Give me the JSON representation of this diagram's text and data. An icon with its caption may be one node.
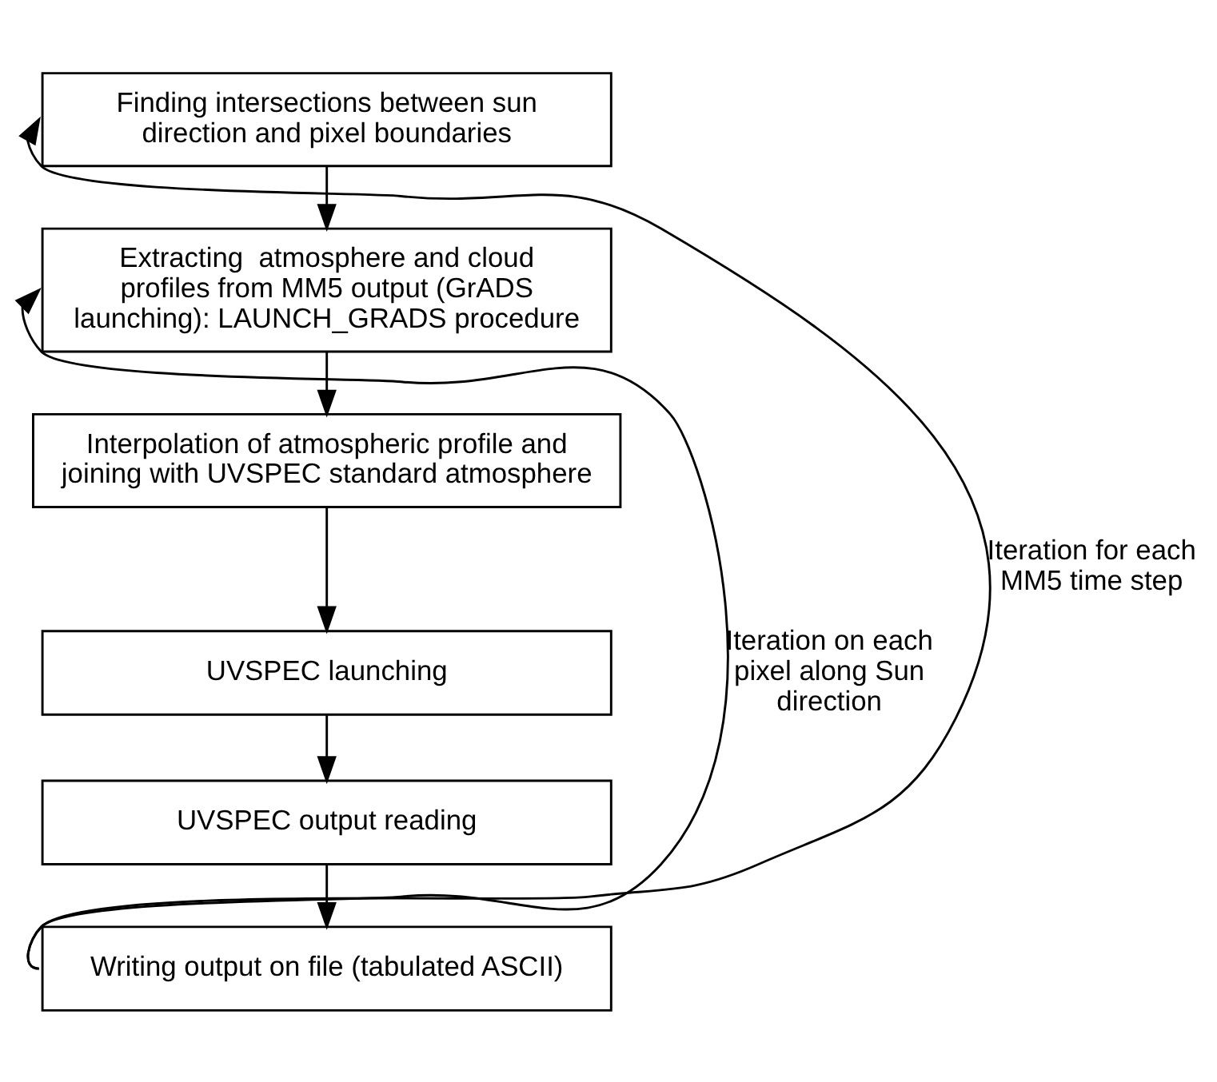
{
  "diagram": {
    "nodes": [
      {
        "text": [
          "Finding intersections between sun direction and pixel boundaries"
        ]
      },
      {
        "text": [
          "Extracting  atmosphere and cloud profiles from MM5 output (GrADS launching): LAUNCH_GRADS procedure"
        ]
      },
      {
        "text": [
          "Interpolation of atmospheric profile and joining with UVSPEC standard atmosphere"
        ]
      },
      {
        "text": [
          "UVSPEC launching"
        ]
      },
      {
        "text": [
          "UVSPEC output reading"
        ]
      },
      {
        "text": [
          "Writing output on file (tabulated ASCII)"
        ]
      }
    ],
    "edges": [
      {
        "from": 0,
        "to": 1,
        "arrow": "to"
      },
      {
        "from": 1,
        "to": 2,
        "arrow": "to"
      },
      {
        "from": 2,
        "to": 3,
        "arrow": "to"
      },
      {
        "from": 3,
        "to": 4,
        "arrow": "to"
      },
      {
        "from": 4,
        "to": 5,
        "arrow": "to"
      },
      {
        "from": 5,
        "to": 0,
        "arrow": "to",
        "label": "Iteration for each MM5 time step"
      },
      {
        "from": 5,
        "to": 1,
        "arrow": "to",
        "label": "Iteration on each pixel along Sun direction"
      }
    ]
  }
}
